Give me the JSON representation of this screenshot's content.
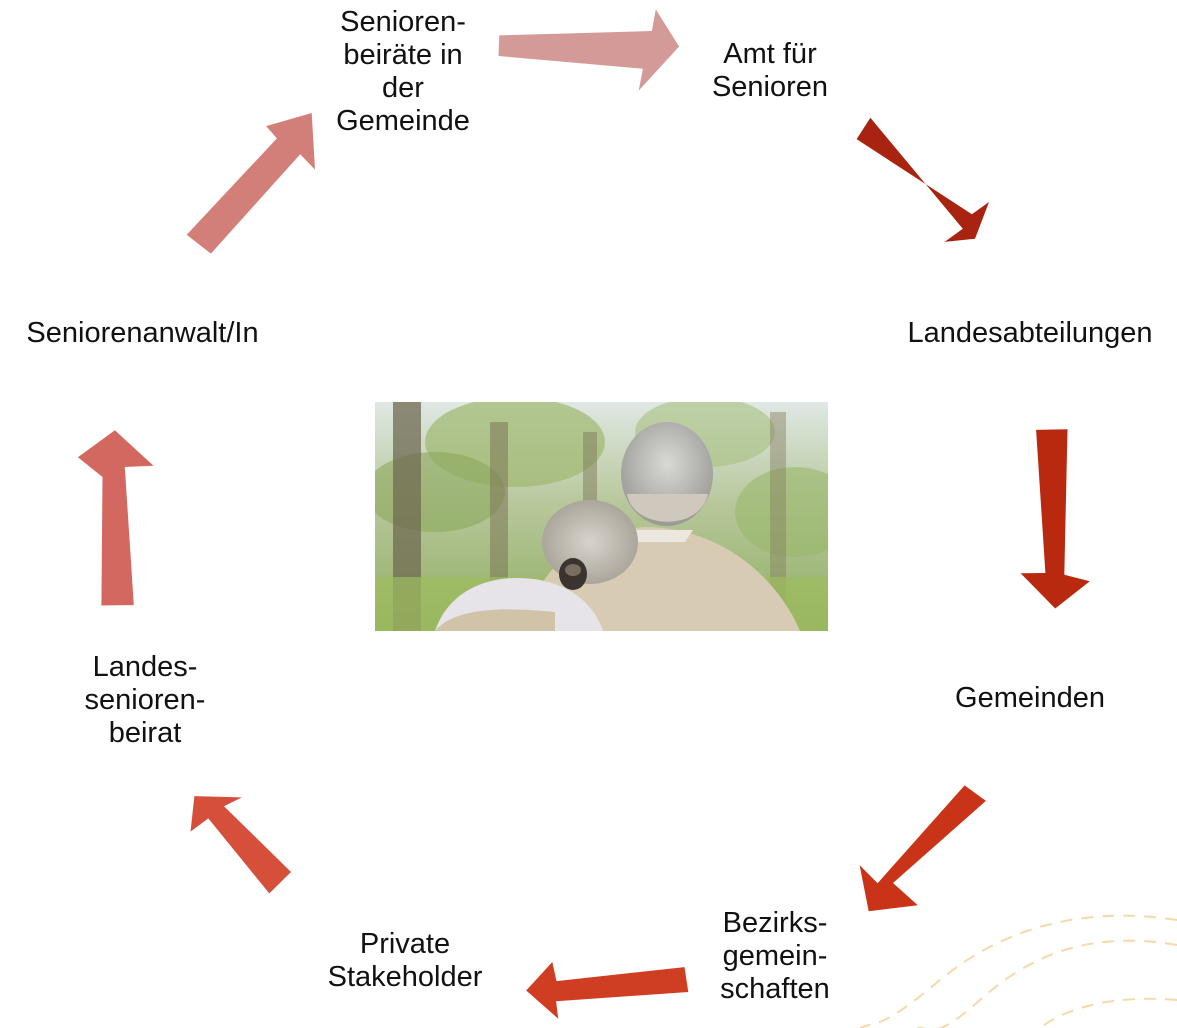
{
  "nodes": [
    {
      "id": "senioren-beiraete",
      "label": "Senioren-\nbeiräte in\nder\nGemeinde"
    },
    {
      "id": "amt-fuer-senioren",
      "label": "Amt für\nSenioren"
    },
    {
      "id": "landesabteilungen",
      "label": "Landesabteilungen"
    },
    {
      "id": "gemeinden",
      "label": "Gemeinden"
    },
    {
      "id": "bezirksgemeinschaften",
      "label": "Bezirks-\ngemein-\nschaften"
    },
    {
      "id": "private-stakeholder",
      "label": "Private\nStakeholder"
    },
    {
      "id": "landesseniorenbeirat",
      "label": "Landes-\nsenioren-\nbeirat"
    },
    {
      "id": "seniorenanwalt",
      "label": "Seniorenanwalt/In"
    }
  ],
  "arrow_colors": [
    "#d49a98",
    "#a82310",
    "#b8290f",
    "#c93418",
    "#cf3d22",
    "#d64f3a",
    "#d36860",
    "#d37f79"
  ],
  "photo": {
    "icon": "elderly-couple-photo"
  },
  "decoration": {
    "icon": "dashed-curve-lines",
    "color": "#f6d9a8"
  }
}
